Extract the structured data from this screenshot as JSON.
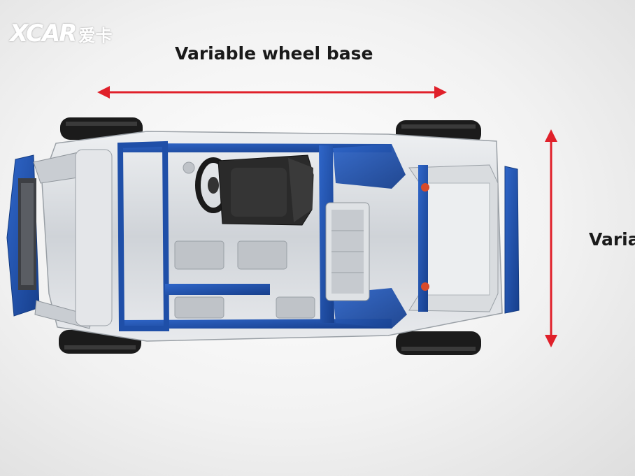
{
  "watermark": {
    "brand_mark": "XCAR",
    "brand_cn": "爱卡"
  },
  "labels": {
    "wheelbase": "Variable wheel base",
    "side_cut": "Varia"
  },
  "colors": {
    "arrow": "#e0202a",
    "frame_blue": "#1f4fa8",
    "chassis_silver": "#d7dade",
    "tire": "#1b1b1b",
    "seat": "#2a2a2a",
    "text": "#1a1a1a"
  }
}
